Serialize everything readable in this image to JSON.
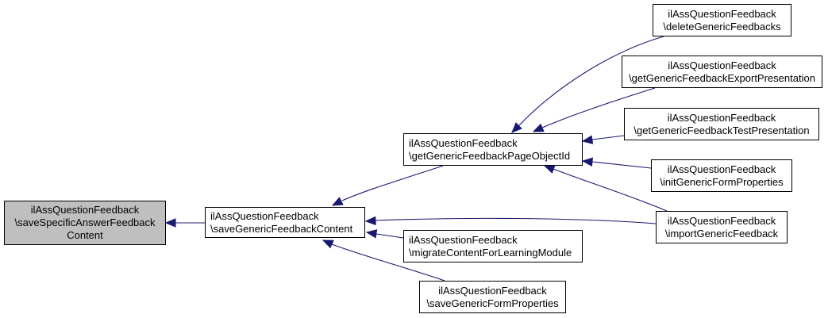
{
  "colors": {
    "edge": "#191970",
    "focus_fill": "#bfbfbf",
    "node_border": "#000000"
  },
  "nodes": [
    {
      "id": "n0",
      "lines": [
        "ilAssQuestionFeedback",
        "\\saveSpecificAnswerFeedback",
        "Content"
      ],
      "focus": true
    },
    {
      "id": "n1",
      "lines": [
        "ilAssQuestionFeedback",
        "\\saveGenericFeedbackContent"
      ]
    },
    {
      "id": "n2",
      "lines": [
        "ilAssQuestionFeedback",
        "\\getGenericFeedbackPageObjectId"
      ]
    },
    {
      "id": "n3",
      "lines": [
        "ilAssQuestionFeedback",
        "\\migrateContentForLearningModule"
      ]
    },
    {
      "id": "n4",
      "lines": [
        "ilAssQuestionFeedback",
        "\\saveGenericFormProperties"
      ]
    },
    {
      "id": "n5",
      "lines": [
        "ilAssQuestionFeedback",
        "\\deleteGenericFeedbacks"
      ]
    },
    {
      "id": "n6",
      "lines": [
        "ilAssQuestionFeedback",
        "\\getGenericFeedbackExportPresentation"
      ]
    },
    {
      "id": "n7",
      "lines": [
        "ilAssQuestionFeedback",
        "\\getGenericFeedbackTestPresentation"
      ]
    },
    {
      "id": "n8",
      "lines": [
        "ilAssQuestionFeedback",
        "\\initGenericFormProperties"
      ]
    },
    {
      "id": "n9",
      "lines": [
        "ilAssQuestionFeedback",
        "\\importGenericFeedback"
      ]
    }
  ],
  "edges": [
    {
      "from": "n1",
      "to": "n0"
    },
    {
      "from": "n2",
      "to": "n1"
    },
    {
      "from": "n9",
      "to": "n1"
    },
    {
      "from": "n3",
      "to": "n1"
    },
    {
      "from": "n4",
      "to": "n1"
    },
    {
      "from": "n5",
      "to": "n2"
    },
    {
      "from": "n6",
      "to": "n2"
    },
    {
      "from": "n7",
      "to": "n2"
    },
    {
      "from": "n8",
      "to": "n2"
    },
    {
      "from": "n9",
      "to": "n2"
    }
  ]
}
